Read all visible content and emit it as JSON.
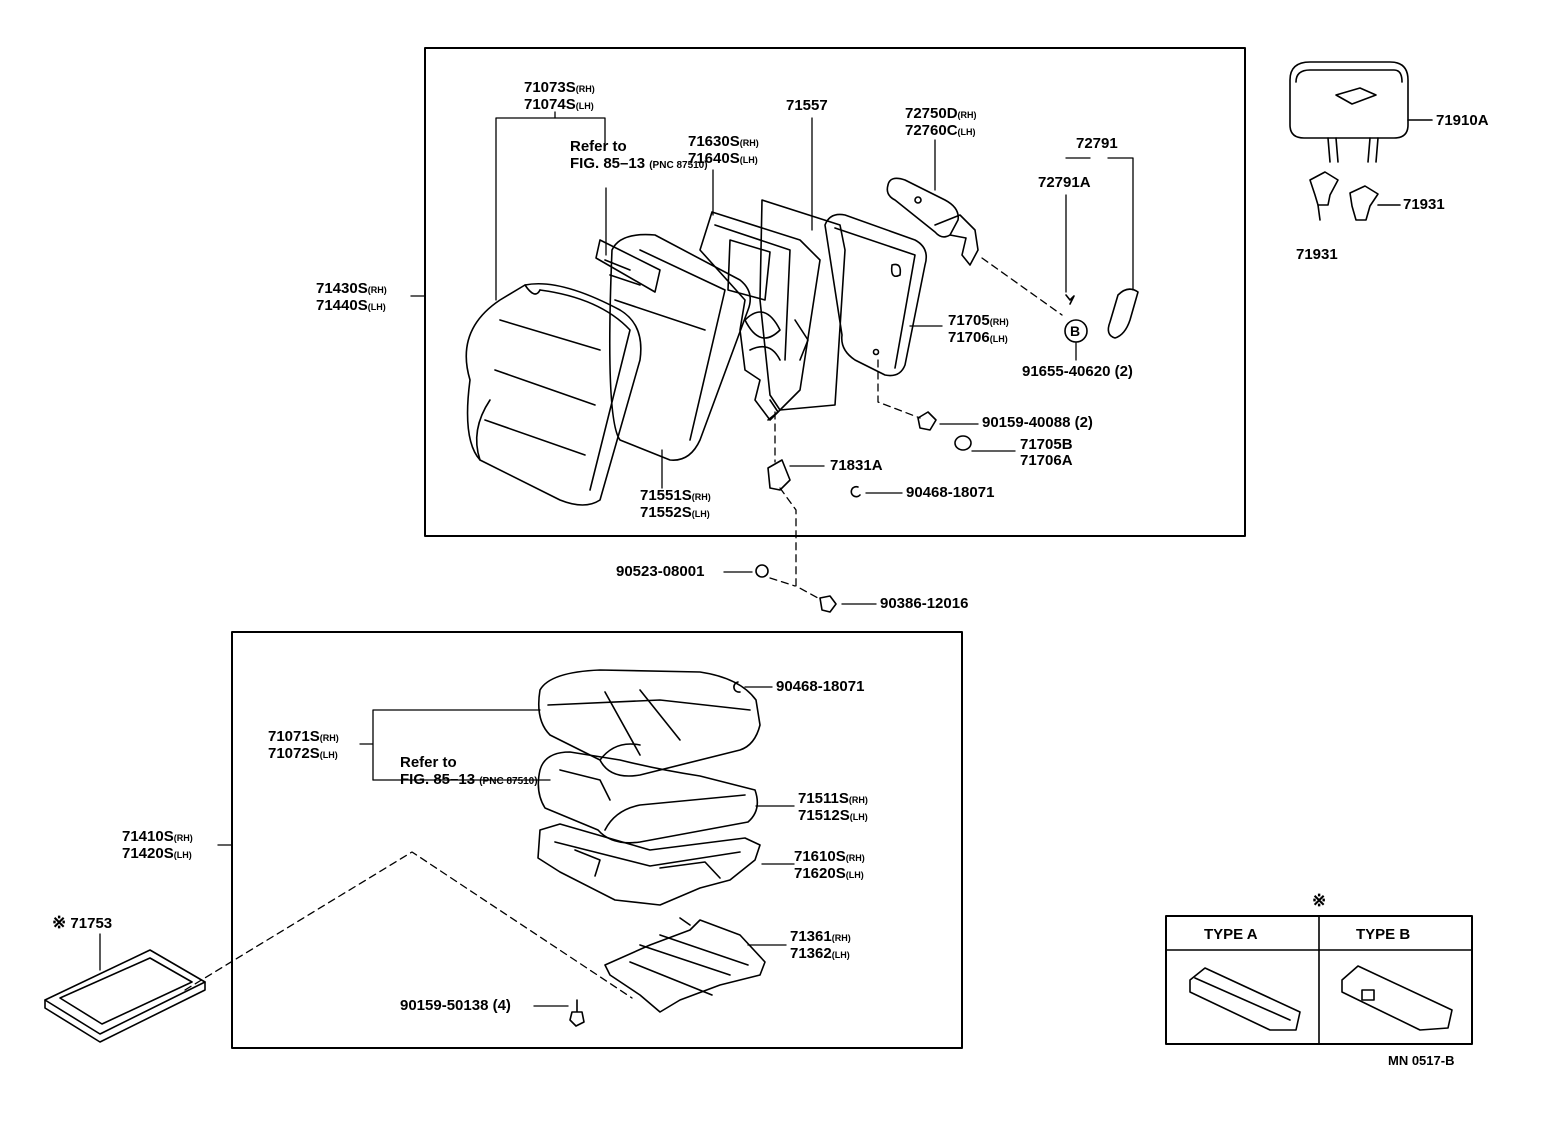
{
  "figure_code": "MN 0517-B",
  "sym": "※",
  "labels": {
    "p71073": {
      "a": "71073S",
      "as": "(RH)",
      "b": "71074S",
      "bs": "(LH)"
    },
    "ref1": {
      "l1": "Refer to",
      "l2": "FIG. 85–13",
      "l3": "(PNC 87510)"
    },
    "p71630": {
      "a": "71630S",
      "as": "(RH)",
      "b": "71640S",
      "bs": "(LH)"
    },
    "p71557": "71557",
    "p72750": {
      "a": "72750D",
      "as": "(RH)",
      "b": "72760C",
      "bs": "(LH)"
    },
    "p72791": "72791",
    "p72791A": "72791A",
    "p71430": {
      "a": "71430S",
      "as": "(RH)",
      "b": "71440S",
      "bs": "(LH)"
    },
    "p71705": {
      "a": "71705",
      "as": "(RH)",
      "b": "71706",
      "bs": "(LH)"
    },
    "pB": "B",
    "p91655": "91655-40620 (2)",
    "p90159a": "90159-40088  (2)",
    "p71705B": {
      "a": "71705B",
      "b": "71706A"
    },
    "p71831A": "71831A",
    "p90468a": "90468-18071",
    "p71551": {
      "a": "71551S",
      "as": "(RH)",
      "b": "71552S",
      "bs": "(LH)"
    },
    "p90523": "90523-08001",
    "p90386": "90386-12016",
    "p71910A": "71910A",
    "p71931a": "71931",
    "p71931b": "71931",
    "p90468b": "90468-18071",
    "p71071": {
      "a": "71071S",
      "as": "(RH)",
      "b": "71072S",
      "bs": "(LH)"
    },
    "ref2": {
      "l1": "Refer to",
      "l2": "FIG. 85–13",
      "l3": "(PNC 87510)"
    },
    "p71511": {
      "a": "71511S",
      "as": "(RH)",
      "b": "71512S",
      "bs": "(LH)"
    },
    "p71410": {
      "a": "71410S",
      "as": "(RH)",
      "b": "71420S",
      "bs": "(LH)"
    },
    "p71610": {
      "a": "71610S",
      "as": "(RH)",
      "b": "71620S",
      "bs": "(LH)"
    },
    "p71753": "71753",
    "p71361": {
      "a": "71361",
      "as": "(RH)",
      "b": "71362",
      "bs": "(LH)"
    },
    "p90159b": "90159-50138  (4)"
  },
  "type_table": {
    "col_a": "TYPE   A",
    "col_b": "TYPE   B"
  }
}
